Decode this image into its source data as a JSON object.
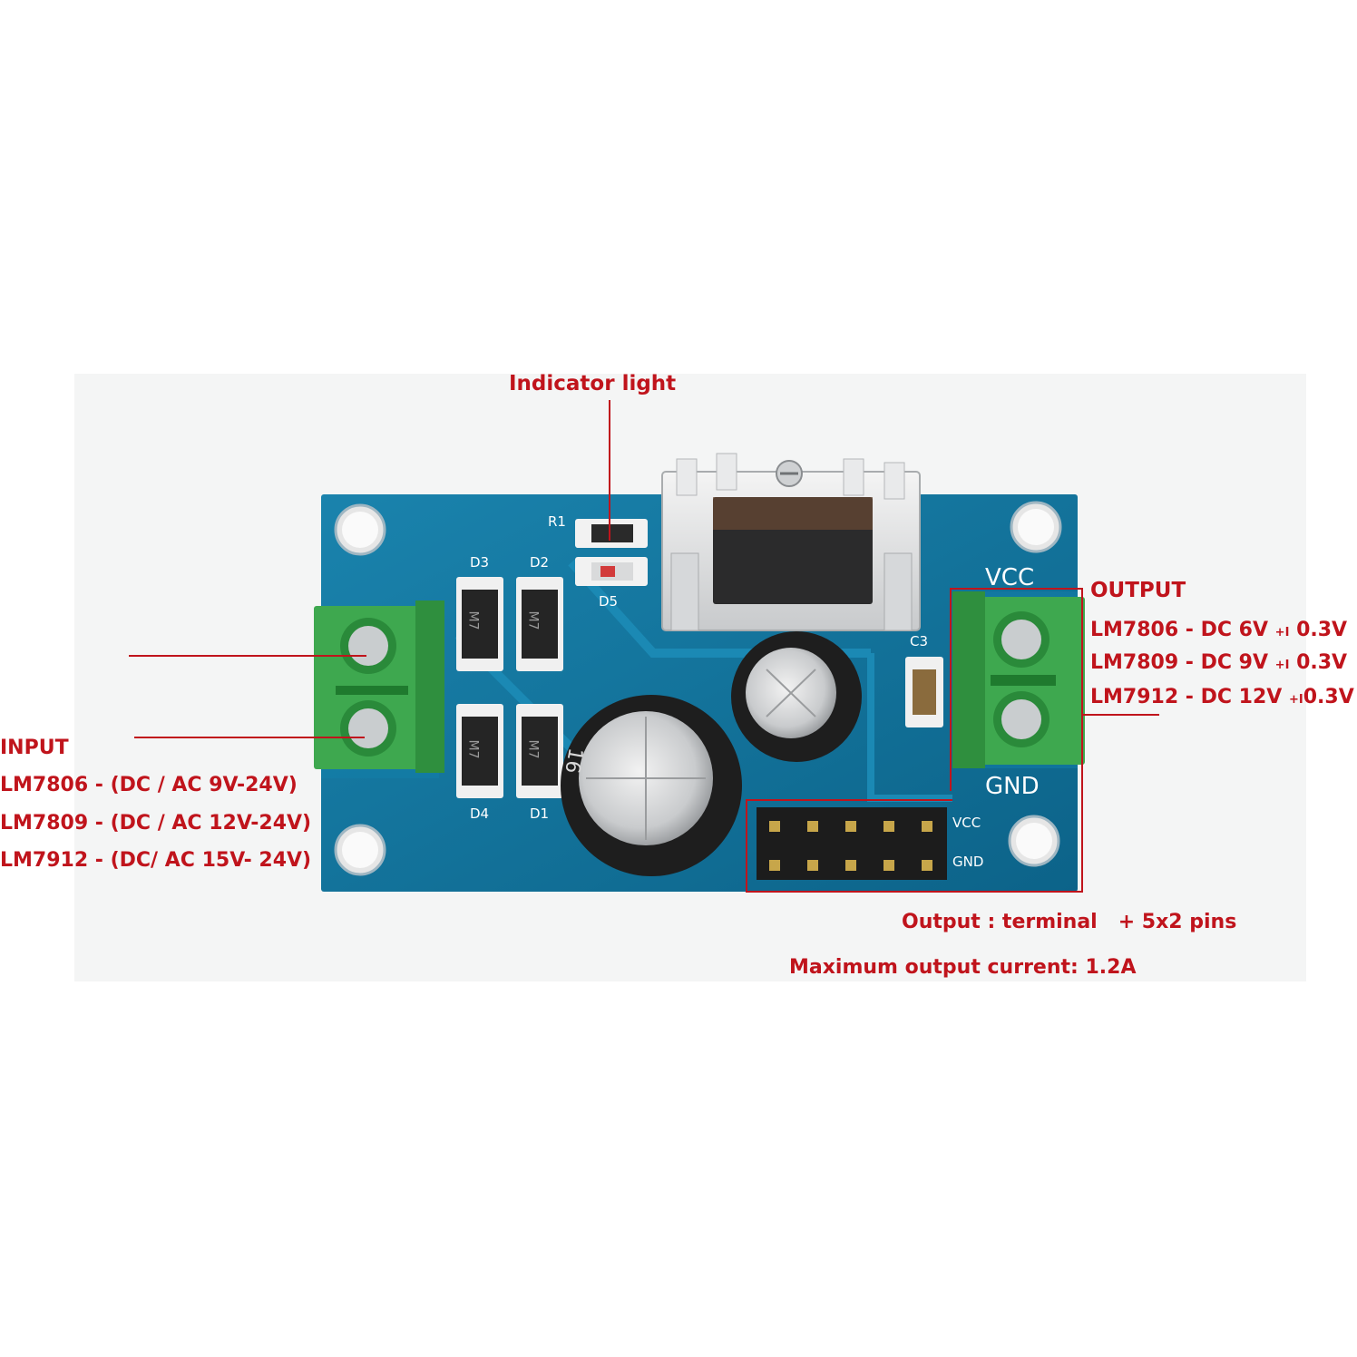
{
  "annotations": {
    "indicator": "Indicator light",
    "output_heading": "OUTPUT",
    "output_lines": [
      {
        "prefix": "LM7806 - DC 6V",
        "tol": "+I",
        "suffix": " 0.3V"
      },
      {
        "prefix": "LM7809 - DC 9V",
        "tol": "+I",
        "suffix": " 0.3V"
      },
      {
        "prefix": "LM7912 - DC 12V",
        "tol": "+I",
        "suffix": "0.3V"
      }
    ],
    "input_heading": "INPUT",
    "input_lines": [
      "LM7806 - (DC / AC 9V-24V)",
      "LM7809 - (DC / AC 12V-24V)",
      "LM7912 - (DC/ AC 15V- 24V)"
    ],
    "output_pins": "Output : terminal   + 5x2 pins",
    "max_current": "Maximum output current: 1.2A"
  },
  "board": {
    "silkscreen": {
      "r1": "R1",
      "d5": "D5",
      "d3": "D3",
      "d2": "D2",
      "d4": "D4",
      "d1": "D1",
      "c3": "C3",
      "vcc_big": "VCC",
      "gnd_big": "GND",
      "vcc_small": "VCC",
      "gnd_small": "GND"
    },
    "diode_marking": "M7",
    "capacitor_marking": "16",
    "colors": {
      "pcb": "#0f6f97",
      "terminal": "#3ea84f",
      "annotation": "#c0141c"
    }
  }
}
